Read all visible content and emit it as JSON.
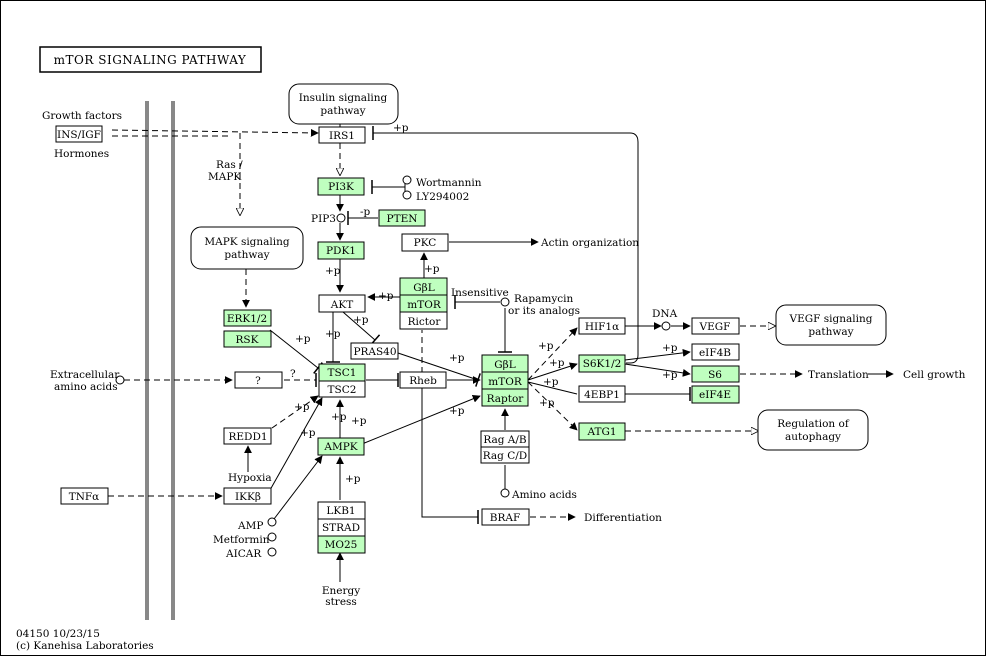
{
  "title": "mTOR SIGNALING PATHWAY",
  "pathways": {
    "insulin": [
      "Insulin signaling",
      "pathway"
    ],
    "mapk": [
      "MAPK signaling",
      "pathway"
    ],
    "vegf": [
      "VEGF signaling",
      "pathway"
    ],
    "autophagy": [
      "Regulation of",
      "autophagy"
    ]
  },
  "nodes": {
    "ins_igf": "INS/IGF",
    "irs1": "IRS1",
    "pi3k": "PI3K",
    "pten": "PTEN",
    "pdk1": "PDK1",
    "pkc": "PKC",
    "akt": "AKT",
    "erk12": "ERK1/2",
    "rsk": "RSK",
    "gbl1": "GβL",
    "mtor1": "mTOR",
    "rictor": "Rictor",
    "pras40": "PRAS40",
    "question": "?",
    "tsc1": "TSC1",
    "tsc2": "TSC2",
    "rheb": "Rheb",
    "gbl2": "GβL",
    "mtor2": "mTOR",
    "raptor": "Raptor",
    "redd1": "REDD1",
    "ampk": "AMPK",
    "ikkb": "IKKβ",
    "tnfa": "TNFα",
    "lkb1": "LKB1",
    "strad": "STRAD",
    "mo25": "MO25",
    "raga": "Rag A/B",
    "ragc": "Rag C/D",
    "braf": "BRAF",
    "hif1a": "HIF1α",
    "vegf": "VEGF",
    "s6k12": "S6K1/2",
    "eif4b": "eIF4B",
    "s6": "S6",
    "ebp1": "4EBP1",
    "eif4e": "eIF4E",
    "atg1": "ATG1"
  },
  "labels": {
    "growth_factors": "Growth factors",
    "hormones": "Hormones",
    "ras_mapk_1": "Ras /",
    "ras_mapk_2": "MAPK",
    "wortmannin": "Wortmannin",
    "ly294002": "LY294002",
    "pip3": "PIP3",
    "actin": "Actin organization",
    "insensitive": "Insensitive",
    "rapamycin_1": "Rapamycin",
    "rapamycin_2": "or its analogs",
    "extracellular_1": "Extracellular",
    "extracellular_2": "amino acids",
    "dna": "DNA",
    "translation": "Translation",
    "cell_growth": "Cell growth",
    "hypoxia": "Hypoxia",
    "amp": "AMP",
    "metformin": "Metformin",
    "aicar": "AICAR",
    "amino_acids": "Amino acids",
    "differentiation": "Differentiation",
    "energy_1": "Energy",
    "energy_2": "stress",
    "plus_p": "+p",
    "minus_p": "-p",
    "q": "?"
  },
  "footer": {
    "id": "04150 10/23/15",
    "copyright": "(c) Kanehisa Laboratories"
  },
  "colors": {
    "gene_fill": "#bfffbf",
    "membrane": "#888888"
  }
}
